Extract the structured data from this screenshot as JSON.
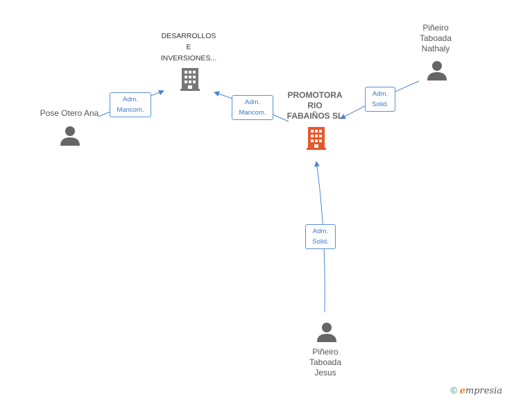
{
  "nodes": {
    "desarrollos": {
      "lines": [
        "DESARROLLOS",
        "E",
        "INVERSIONES..."
      ]
    },
    "promotora": {
      "lines": [
        "PROMOTORA",
        "RIO",
        "FABAIÑOS SL"
      ]
    },
    "pose": {
      "lines": [
        "Pose Otero Ana"
      ]
    },
    "nathaly": {
      "lines": [
        "Piñeiro",
        "Taboada",
        "Nathaly"
      ]
    },
    "jesus": {
      "lines": [
        "Piñeiro",
        "Taboada",
        "Jesus"
      ]
    }
  },
  "relations": {
    "pose_to_desarrollos": [
      "Adm.",
      "Mancom."
    ],
    "promotora_to_desarrollos": [
      "Adm.",
      "Mancom."
    ],
    "nathaly_to_promotora": [
      "Adm.",
      "Solid."
    ],
    "jesus_to_promotora": [
      "Adm.",
      "Solid."
    ]
  },
  "footer": {
    "copyright_symbol": "©",
    "brand_initial": "e",
    "brand_rest": "mpresia"
  },
  "colors": {
    "edge": "#4a86d4",
    "company_gray": "#777777",
    "company_main": "#e8572a",
    "person": "#666666"
  }
}
